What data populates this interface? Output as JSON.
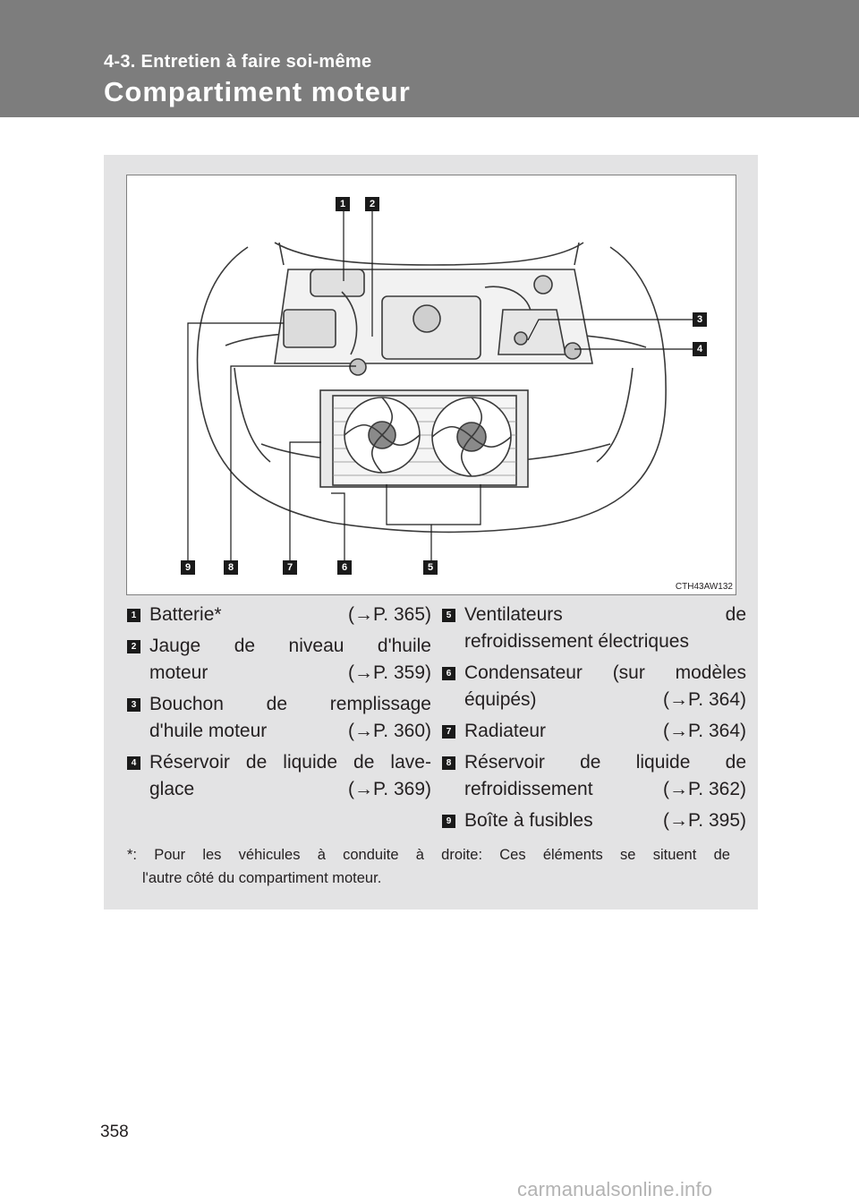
{
  "header": {
    "section": "4-3. Entretien à faire soi-même",
    "title": "Compartiment moteur"
  },
  "figure": {
    "code": "CTH43AW132",
    "callouts": [
      "1",
      "2",
      "3",
      "4",
      "5",
      "6",
      "7",
      "8",
      "9"
    ]
  },
  "legend_left": [
    {
      "num": "1",
      "lines": [
        {
          "text": "Batterie*",
          "page": "(→P. 365)"
        }
      ]
    },
    {
      "num": "2",
      "lines": [
        {
          "text": "Jauge de niveau d'huile",
          "page": ""
        },
        {
          "text": "moteur",
          "page": "(→P. 359)"
        }
      ]
    },
    {
      "num": "3",
      "lines": [
        {
          "text": "Bouchon de remplissage",
          "page": ""
        },
        {
          "text": "d'huile moteur",
          "page": "(→P. 360)"
        }
      ]
    },
    {
      "num": "4",
      "lines": [
        {
          "text": "Réservoir de liquide de lave-",
          "page": ""
        },
        {
          "text": "glace",
          "page": "(→P. 369)"
        }
      ]
    }
  ],
  "legend_right": [
    {
      "num": "5",
      "lines": [
        {
          "text": "Ventilateurs",
          "page": "de"
        },
        {
          "text": "refroidissement électriques",
          "page": ""
        }
      ]
    },
    {
      "num": "6",
      "lines": [
        {
          "text": "Condensateur (sur modèles",
          "page": ""
        },
        {
          "text": "équipés)",
          "page": "(→P. 364)"
        }
      ]
    },
    {
      "num": "7",
      "lines": [
        {
          "text": "Radiateur",
          "page": "(→P. 364)"
        }
      ]
    },
    {
      "num": "8",
      "lines": [
        {
          "text": "Réservoir de liquide de",
          "page": ""
        },
        {
          "text": "refroidissement",
          "page": "(→P. 362)"
        }
      ]
    },
    {
      "num": "9",
      "lines": [
        {
          "text": "Boîte à fusibles",
          "page": "(→P. 395)"
        }
      ]
    }
  ],
  "note": {
    "line1": "*: Pour les véhicules à conduite à droite: Ces éléments se situent de",
    "line2": "l'autre côté du compartiment moteur."
  },
  "page_number": "358",
  "watermark": "carmanualsonline.info"
}
